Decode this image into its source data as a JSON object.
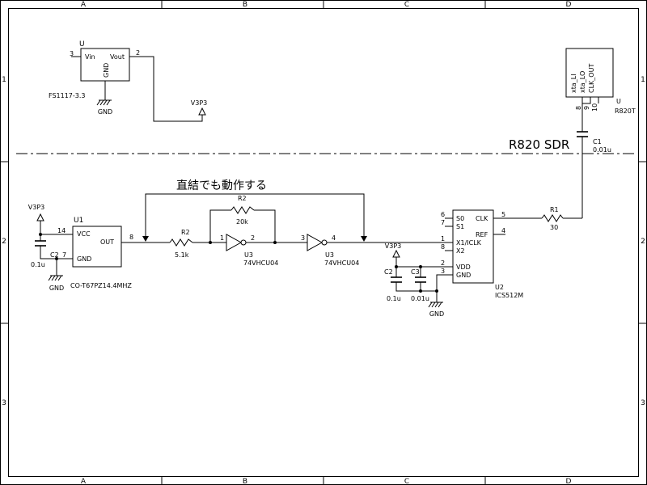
{
  "frame": {
    "columns": [
      "A",
      "B",
      "C",
      "D"
    ],
    "rows": [
      "1",
      "2",
      "3"
    ]
  },
  "section_title": "R820 SDR",
  "annotation": "直結でも動作する",
  "regulator": {
    "ref": "U",
    "value": "FS1117-3.3",
    "pin_vin": "Vin",
    "pin_vout": "Vout",
    "pin_gnd": "GND",
    "pin_in_num": "3",
    "pin_out_num": "2",
    "gnd_label": "GND",
    "output_net": "V3P3"
  },
  "tuner": {
    "ref": "U",
    "value": "R820T",
    "pins": [
      "xta_LI",
      "xta_LO",
      "CLK_OUT"
    ],
    "pin_nums": [
      "8",
      "9",
      "10"
    ]
  },
  "c1": {
    "ref": "C1",
    "value": "0.01u"
  },
  "oscillator": {
    "ref": "U1",
    "value": "CO-T67PZ14.4MHZ",
    "pin_vcc": "VCC",
    "pin_gnd": "GND",
    "pin_out": "OUT",
    "pin_vcc_num": "14",
    "pin_gnd_num": "7",
    "pin_out_num": "8",
    "supply_net": "V3P3",
    "decap_ref": "C2",
    "decap_value": "0.1u",
    "gnd_label": "GND"
  },
  "r2_series": {
    "ref": "R2",
    "value": "5.1k"
  },
  "r2_feedback": {
    "ref": "R2",
    "value": "20k"
  },
  "inverter1": {
    "ref": "U3",
    "value": "74VHCU04",
    "pin_in": "1",
    "pin_out": "2"
  },
  "inverter2": {
    "ref": "U3",
    "value": "74VHCU04",
    "pin_in": "3",
    "pin_out": "4"
  },
  "clock_buffer": {
    "ref": "U2",
    "value": "ICS512M",
    "left_pins": [
      "S0",
      "S1",
      "X1/ICLK",
      "X2",
      "VDD",
      "GND"
    ],
    "left_pin_nums": [
      "6",
      "7",
      "1",
      "8",
      "2",
      "3"
    ],
    "right_pins": [
      "CLK",
      "REF"
    ],
    "right_pin_nums": [
      "5",
      "4"
    ],
    "supply_net": "V3P3",
    "cap_a": {
      "ref": "C2",
      "value": "0.1u"
    },
    "cap_b": {
      "ref": "C3",
      "value": "0.01u"
    },
    "gnd_label": "GND"
  },
  "r1": {
    "ref": "R1",
    "value": "30"
  }
}
